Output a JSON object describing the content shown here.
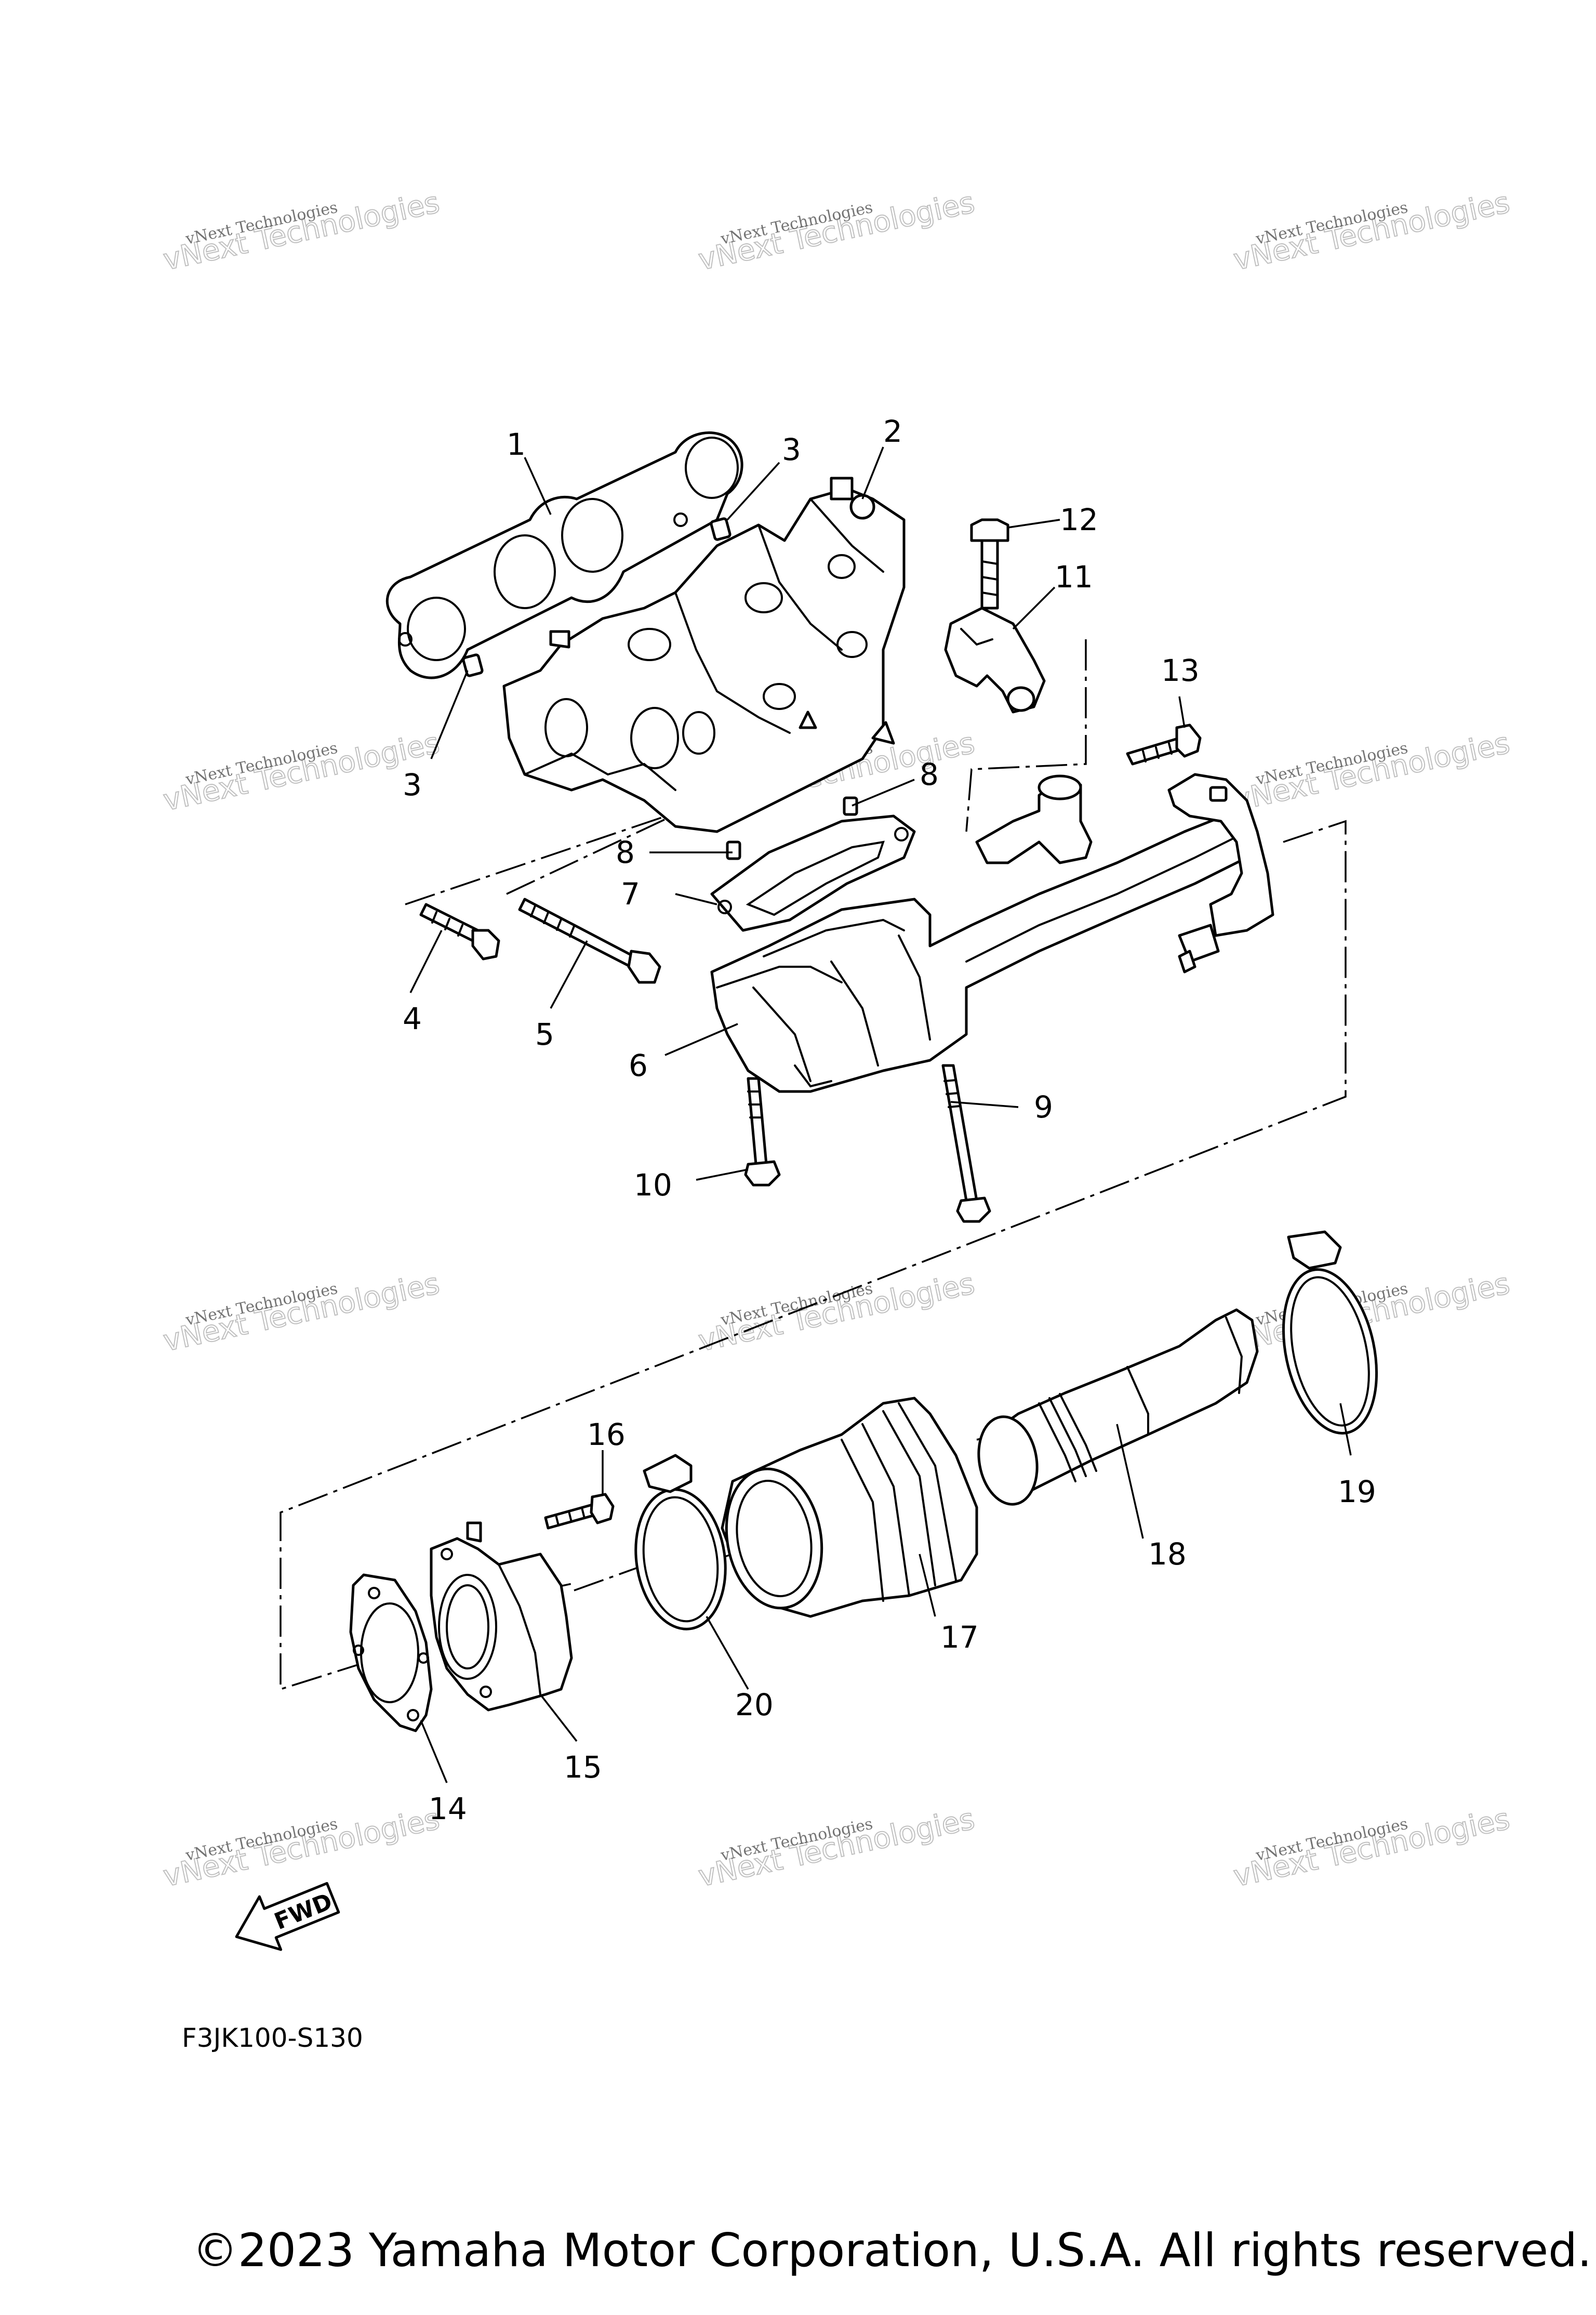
{
  "diagram": {
    "reference_code": "F3JK100-S130",
    "copyright": "©2023 Yamaha Motor Corporation, U.S.A. All rights reserved.",
    "direction_marker": "FWD",
    "watermark": {
      "line1": "vNext Technologies",
      "line2": "vNext Technologies"
    },
    "callouts": [
      "1",
      "2",
      "3",
      "3",
      "4",
      "5",
      "6",
      "7",
      "8",
      "8",
      "9",
      "10",
      "11",
      "12",
      "13",
      "14",
      "15",
      "16",
      "17",
      "18",
      "19",
      "20"
    ]
  }
}
